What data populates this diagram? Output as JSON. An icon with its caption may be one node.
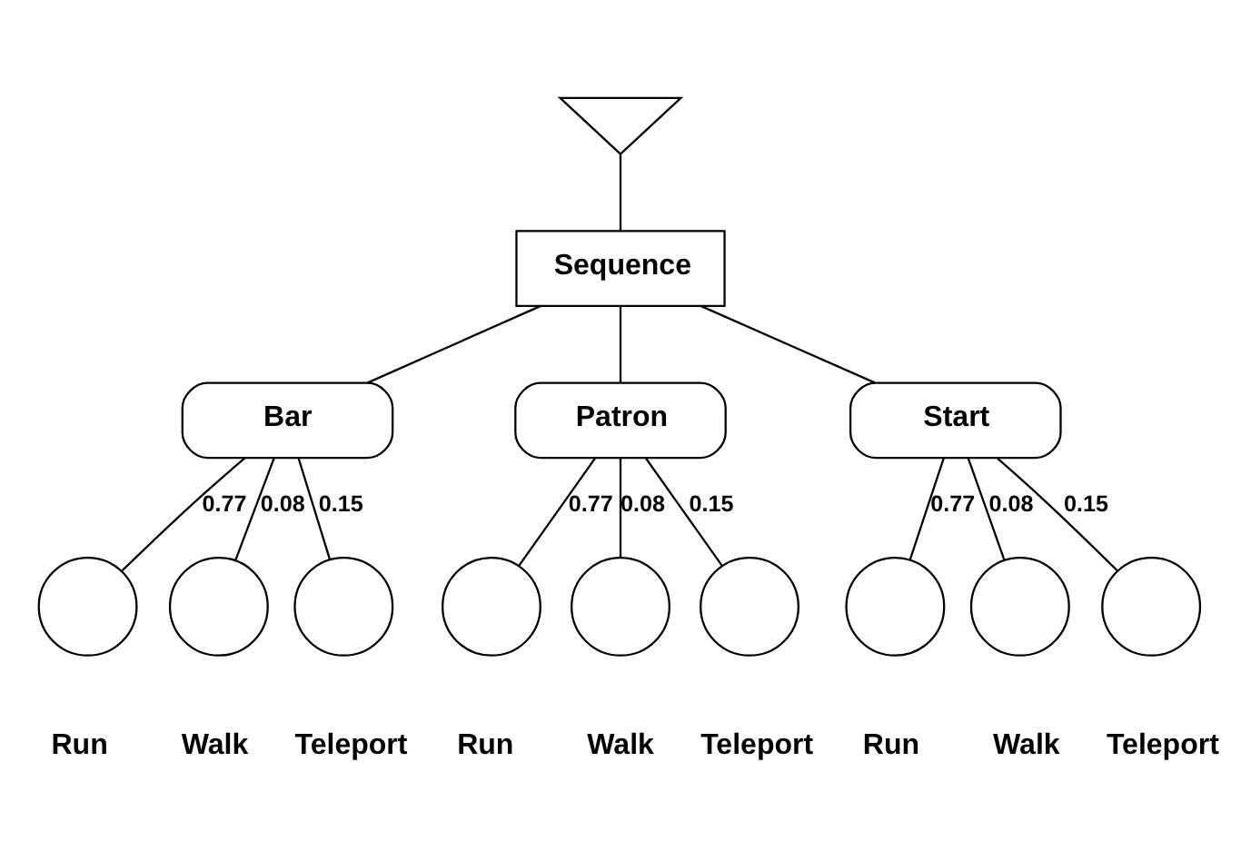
{
  "diagram": {
    "nodes": [
      {
        "text": [],
        "shape": "triangle"
      },
      {
        "text": [
          "Sequence"
        ]
      },
      {
        "text": [
          "Bar"
        ]
      },
      {
        "text": [
          "Patron"
        ]
      },
      {
        "text": [
          "Start"
        ]
      },
      {
        "text": [],
        "shape": "circle",
        "beside": [
          "Run"
        ]
      },
      {
        "text": [],
        "shape": "circle",
        "beside": [
          "Walk"
        ]
      },
      {
        "text": [],
        "shape": "circle",
        "beside": [
          "Teleport"
        ]
      },
      {
        "text": [],
        "shape": "circle",
        "beside": [
          "Run"
        ]
      },
      {
        "text": [],
        "shape": "circle",
        "beside": [
          "Walk"
        ]
      },
      {
        "text": [],
        "shape": "circle",
        "beside": [
          "Teleport"
        ]
      },
      {
        "text": [],
        "shape": "circle",
        "beside": [
          "Run"
        ]
      },
      {
        "text": [],
        "shape": "circle",
        "beside": [
          "Walk"
        ]
      },
      {
        "text": [],
        "shape": "circle",
        "beside": [
          "Teleport"
        ]
      }
    ],
    "edges": [
      {
        "from": 0,
        "to": 1,
        "arrow": "none"
      },
      {
        "from": 1,
        "to": 2,
        "arrow": "none"
      },
      {
        "from": 1,
        "to": 3,
        "arrow": "none"
      },
      {
        "from": 1,
        "to": 4,
        "arrow": "none"
      },
      {
        "from": 2,
        "to": 5,
        "arrow": "none",
        "label": "0.77"
      },
      {
        "from": 2,
        "to": 6,
        "arrow": "none",
        "label": "0.08"
      },
      {
        "from": 2,
        "to": 7,
        "arrow": "none",
        "label": "0.15"
      },
      {
        "from": 3,
        "to": 8,
        "arrow": "none",
        "label": "0.77"
      },
      {
        "from": 3,
        "to": 9,
        "arrow": "none",
        "label": "0.08"
      },
      {
        "from": 3,
        "to": 10,
        "arrow": "none",
        "label": "0.15"
      },
      {
        "from": 4,
        "to": 11,
        "arrow": "none",
        "label": "0.77"
      },
      {
        "from": 4,
        "to": 12,
        "arrow": "none",
        "label": "0.08"
      },
      {
        "from": 4,
        "to": 13,
        "arrow": "none",
        "label": "0.15"
      }
    ]
  }
}
